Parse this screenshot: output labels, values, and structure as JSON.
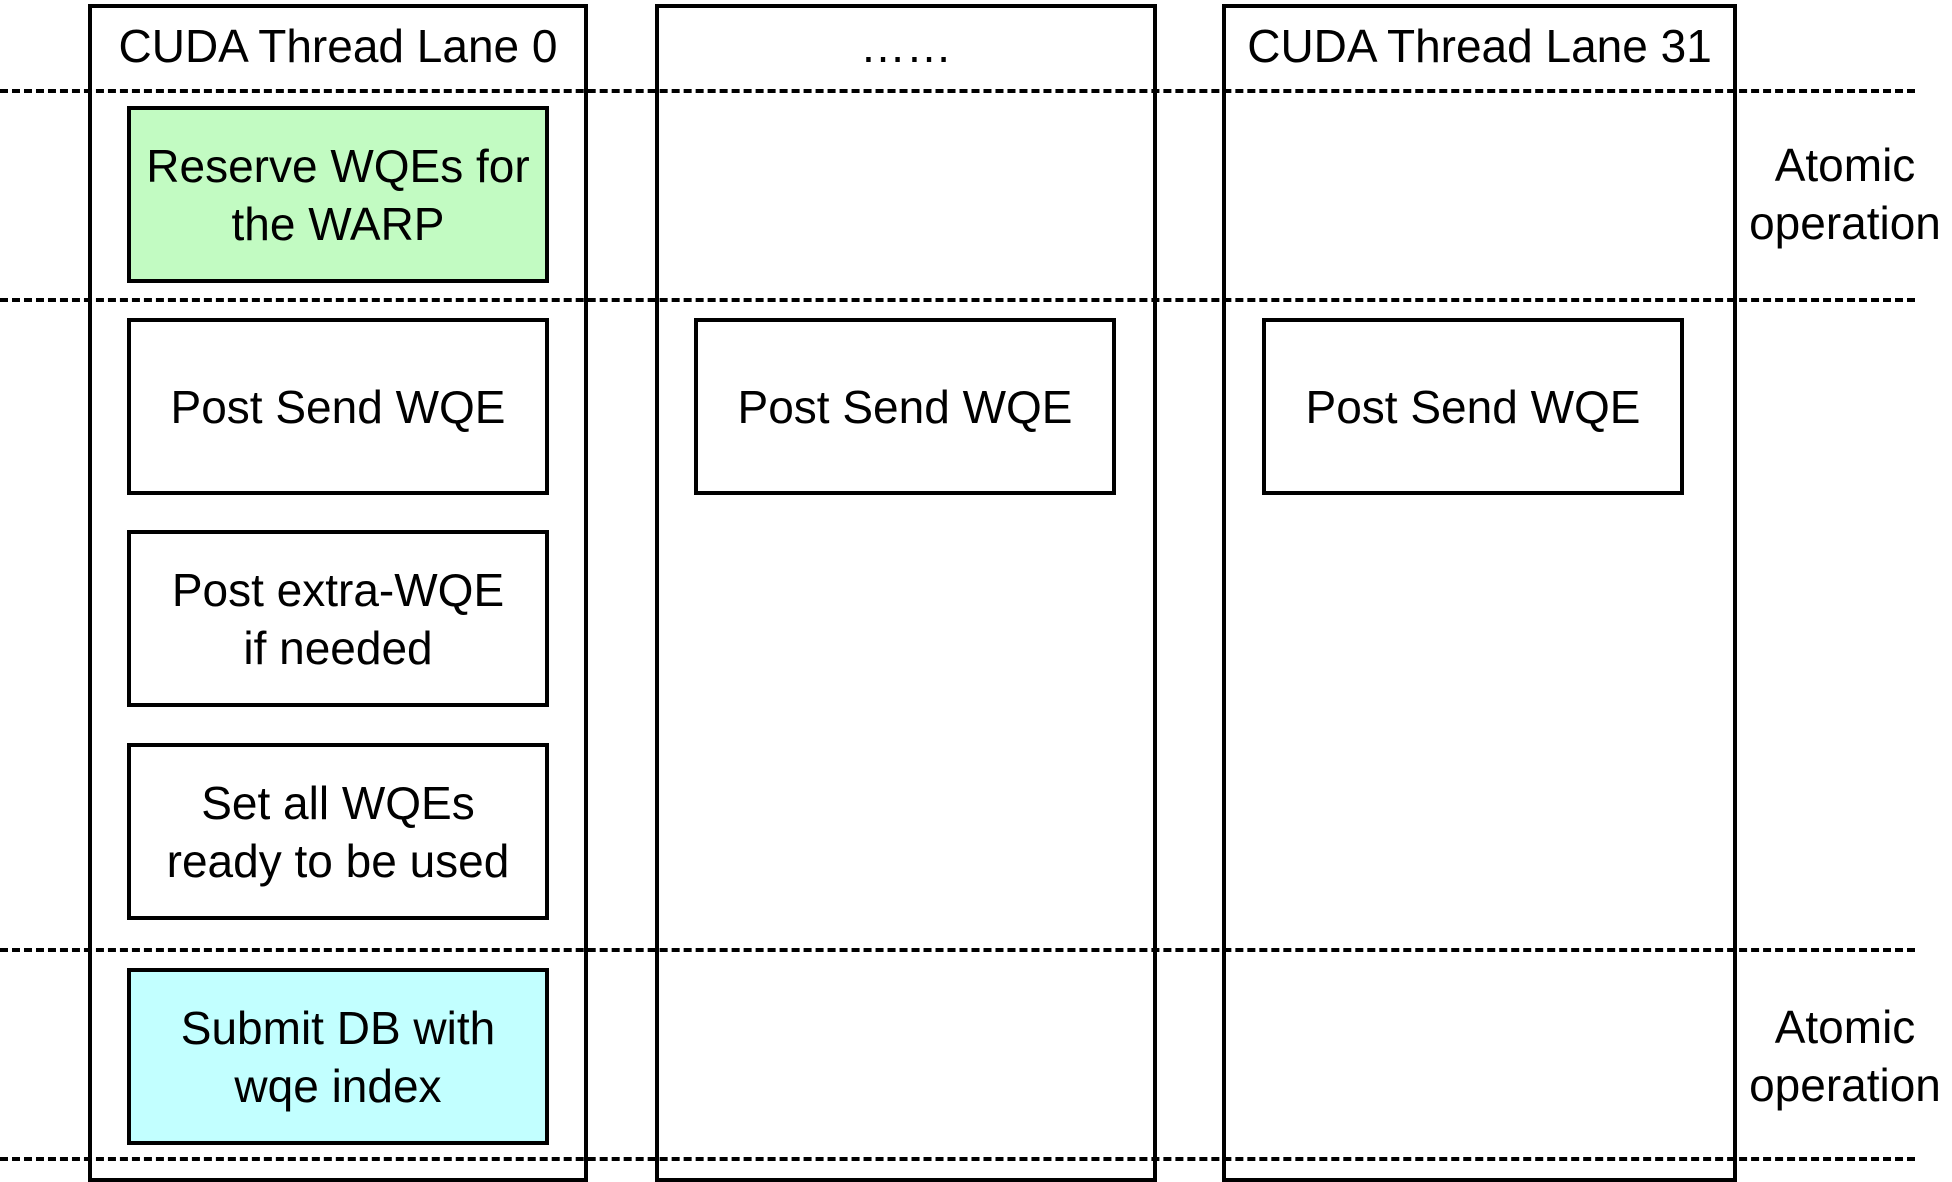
{
  "lanes": [
    {
      "title": "CUDA Thread Lane 0"
    },
    {
      "title": "……"
    },
    {
      "title": "CUDA Thread Lane 31"
    }
  ],
  "lane0": {
    "reserve": "Reserve WQEs for\nthe WARP",
    "post_send": "Post Send WQE",
    "post_extra": "Post extra-WQE\nif needed",
    "set_ready": "Set all WQEs\nready to be used",
    "submit_db": "Submit DB with\nwqe index"
  },
  "lane_middle": {
    "post_send": "Post Send WQE"
  },
  "lane31": {
    "post_send": "Post Send WQE"
  },
  "side_labels": {
    "top": "Atomic\noperation",
    "bottom": "Atomic\noperation"
  },
  "colors": {
    "reserve_fill": "#c2fbc2",
    "submit_fill": "#c2ffff",
    "line": "#000000"
  }
}
